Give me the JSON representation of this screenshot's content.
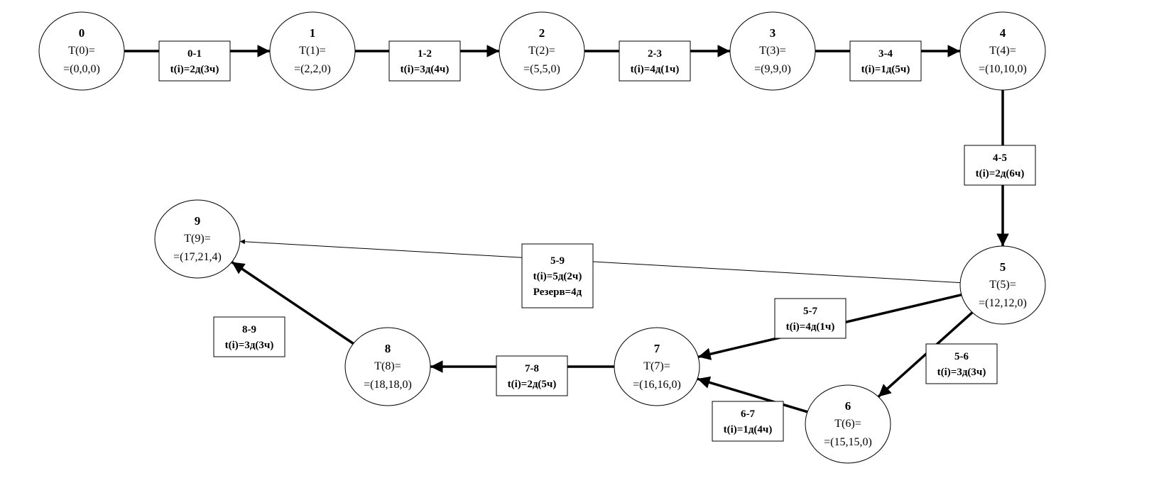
{
  "nodes": [
    {
      "id": "0",
      "t": "T(0)=",
      "v": "=(0,0,0)"
    },
    {
      "id": "1",
      "t": "T(1)=",
      "v": "=(2,2,0)"
    },
    {
      "id": "2",
      "t": "T(2)=",
      "v": "=(5,5,0)"
    },
    {
      "id": "3",
      "t": "T(3)=",
      "v": "=(9,9,0)"
    },
    {
      "id": "4",
      "t": "T(4)=",
      "v": "=(10,10,0)"
    },
    {
      "id": "5",
      "t": "T(5)=",
      "v": "=(12,12,0)"
    },
    {
      "id": "6",
      "t": "T(6)=",
      "v": "=(15,15,0)"
    },
    {
      "id": "7",
      "t": "T(7)=",
      "v": "=(16,16,0)"
    },
    {
      "id": "8",
      "t": "T(8)=",
      "v": "=(18,18,0)"
    },
    {
      "id": "9",
      "t": "T(9)=",
      "v": "=(17,21,4)"
    }
  ],
  "edges": [
    {
      "from": "0",
      "to": "1",
      "name": "0-1",
      "duration": "t(i)=2д(3ч)",
      "critical": true
    },
    {
      "from": "1",
      "to": "2",
      "name": "1-2",
      "duration": "t(i)=3д(4ч)",
      "critical": true
    },
    {
      "from": "2",
      "to": "3",
      "name": "2-3",
      "duration": "t(i)=4д(1ч)",
      "critical": true
    },
    {
      "from": "3",
      "to": "4",
      "name": "3-4",
      "duration": "t(i)=1д(5ч)",
      "critical": true
    },
    {
      "from": "4",
      "to": "5",
      "name": "4-5",
      "duration": "t(i)=2д(6ч)",
      "critical": true
    },
    {
      "from": "5",
      "to": "9",
      "name": "5-9",
      "duration": "t(i)=5д(2ч)",
      "reserve": "Резерв=4д",
      "critical": false
    },
    {
      "from": "5",
      "to": "7",
      "name": "5-7",
      "duration": "t(i)=4д(1ч)",
      "critical": true
    },
    {
      "from": "5",
      "to": "6",
      "name": "5-6",
      "duration": "t(i)=3д(3ч)",
      "critical": true
    },
    {
      "from": "6",
      "to": "7",
      "name": "6-7",
      "duration": "t(i)=1д(4ч)",
      "critical": true
    },
    {
      "from": "7",
      "to": "8",
      "name": "7-8",
      "duration": "t(i)=2д(5ч)",
      "critical": true
    },
    {
      "from": "8",
      "to": "9",
      "name": "8-9",
      "duration": "t(i)=3д(3ч)",
      "critical": true
    }
  ]
}
